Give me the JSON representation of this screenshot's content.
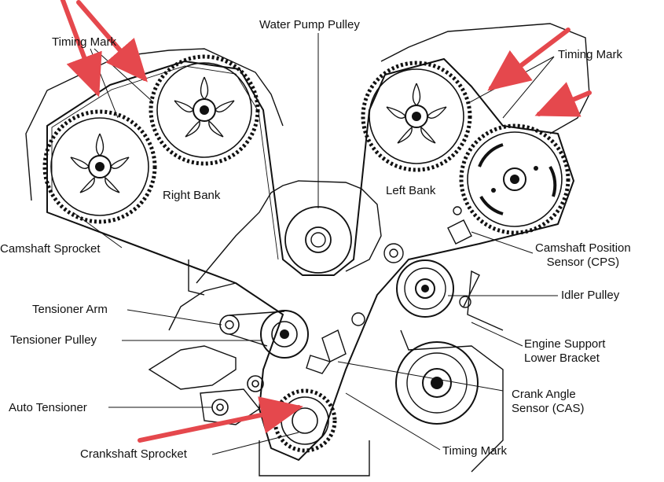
{
  "labels": {
    "water_pump_pulley": "Water Pump Pulley",
    "timing_mark_left": "Timing Mark",
    "timing_mark_right": "Timing Mark",
    "timing_mark_bottom": "Timing Mark",
    "right_bank": "Right Bank",
    "left_bank": "Left Bank",
    "camshaft_sprocket": "Camshaft Sprocket",
    "cps_line1": "Camshaft Position",
    "cps_line2": "Sensor (CPS)",
    "idler_pulley": "Idler Pulley",
    "tensioner_arm": "Tensioner Arm",
    "tensioner_pulley": "Tensioner Pulley",
    "engine_support_line1": "Engine Support",
    "engine_support_line2": "Lower Bracket",
    "auto_tensioner": "Auto Tensioner",
    "cas_line1": "Crank Angle",
    "cas_line2": "Sensor (CAS)",
    "crankshaft_sprocket": "Crankshaft Sprocket"
  },
  "colors": {
    "line": "#111111",
    "arrow": "#e5484d",
    "background": "#ffffff"
  }
}
